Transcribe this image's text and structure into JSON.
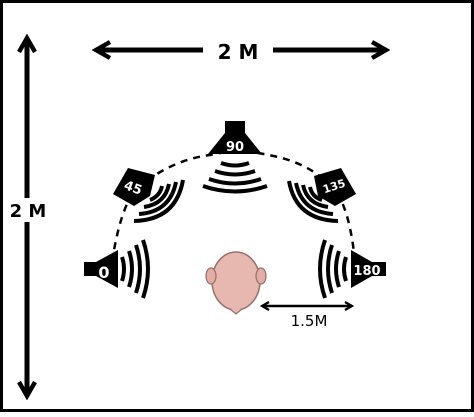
{
  "dimension_labels": {
    "top": "2 M",
    "left": "2 M",
    "listener_distance": "1.5M"
  },
  "speakers": [
    {
      "id": "speaker-0",
      "label": "0"
    },
    {
      "id": "speaker-45",
      "label": "45"
    },
    {
      "id": "speaker-90",
      "label": "90"
    },
    {
      "id": "speaker-135",
      "label": "135"
    },
    {
      "id": "speaker-180",
      "label": "180"
    }
  ],
  "colors": {
    "ink": "#000000",
    "head_fill": "#e6b8b0",
    "head_stroke": "#9a7068",
    "background": "#ffffff"
  }
}
